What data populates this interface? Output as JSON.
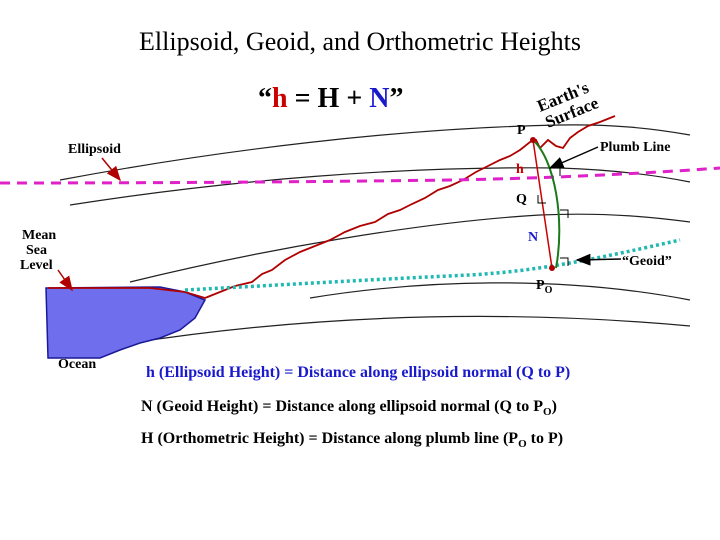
{
  "title": "Ellipsoid, Geoid, and Orthometric Heights",
  "equation": {
    "open_quote": "“",
    "h": "h",
    "eq1": " = ",
    "H": "H",
    "plus": " + ",
    "N": "N",
    "close_quote": "”"
  },
  "labels": {
    "earths": "Earth's",
    "surface": "Surface",
    "P": "P",
    "ellipsoid": "Ellipsoid",
    "plumb_line": "Plumb Line",
    "h": "h",
    "Q": "Q",
    "mean": "Mean",
    "sea": "Sea",
    "level": "Level",
    "N": "N",
    "geoid": "“Geoid”",
    "PO_main": "P",
    "PO_sub": "O",
    "ocean": "Ocean"
  },
  "definitions": {
    "line1": "h (Ellipsoid Height) = Distance along ellipsoid normal (Q to P)",
    "line2_pre": "N (Geoid Height) = Distance along ellipsoid normal (Q to P",
    "line2_sub": "O",
    "line2_post": ")",
    "line3_pre": "H (Orthometric Height) = Distance along plumb line (P",
    "line3_sub": "O",
    "line3_post": " to P)"
  },
  "colors": {
    "red": "#cc0000",
    "dark_red": "#b00000",
    "blue": "#1a1acc",
    "ellipsoid_line": "#e020c8",
    "geoid_line": "#20b8b0",
    "plumb_line": "#1a7a1a",
    "ocean_fill": "#6f6fee",
    "ocean_stroke": "#1a1a99"
  }
}
